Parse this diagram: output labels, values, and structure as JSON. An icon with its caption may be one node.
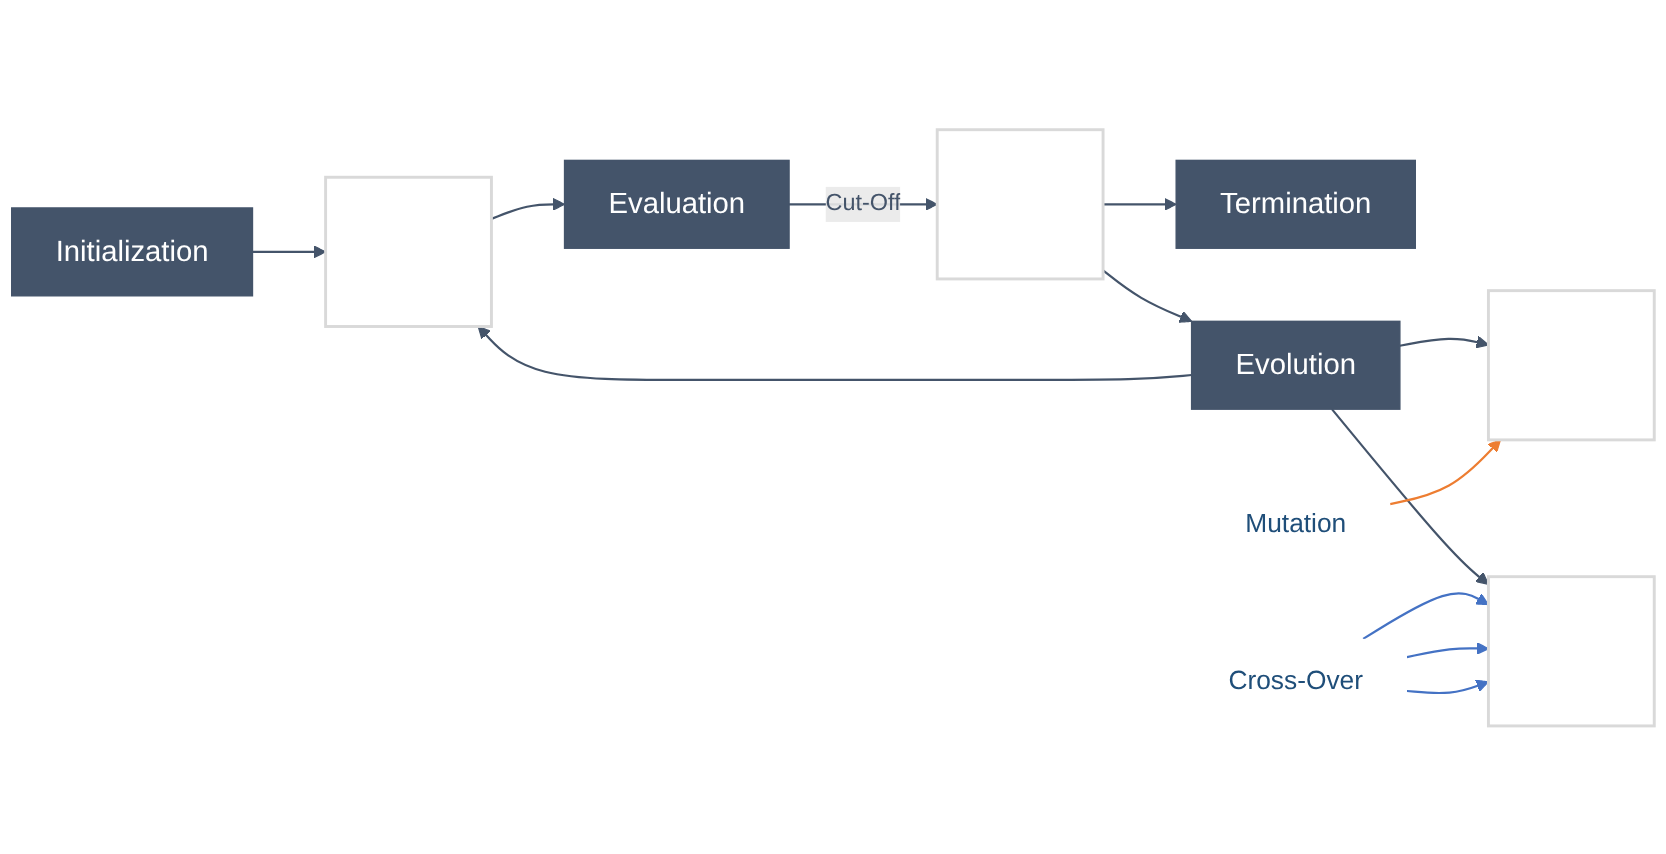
{
  "diagram": {
    "nodes": [
      {
        "text": [
          "Initialization"
        ]
      },
      {
        "text": [],
        "shape": "box"
      },
      {
        "text": [
          "Evaluation"
        ]
      },
      {
        "text": [],
        "shape": "box"
      },
      {
        "text": [
          "Termination"
        ]
      },
      {
        "text": [
          "Evolution"
        ]
      },
      {
        "text": [],
        "shape": "box"
      },
      {
        "text": [],
        "shape": "box"
      },
      {
        "text": [
          "Mutation"
        ]
      },
      {
        "text": [
          "Cross-Over"
        ]
      }
    ],
    "edges": [
      {
        "from": 0,
        "to": 1,
        "arrow": "to"
      },
      {
        "from": 1,
        "to": 2,
        "arrow": "to"
      },
      {
        "from": 2,
        "to": 3,
        "arrow": "to",
        "label": "Cut-Off"
      },
      {
        "from": 3,
        "to": 4,
        "arrow": "to"
      },
      {
        "from": 3,
        "to": 5,
        "arrow": "to"
      },
      {
        "from": 5,
        "to": 1,
        "arrow": "to"
      },
      {
        "from": 5,
        "to": 6,
        "arrow": "to"
      },
      {
        "from": 5,
        "to": 7,
        "arrow": "to"
      },
      {
        "from": 8,
        "to": 6,
        "arrow": "to",
        "color": "#ed7d31"
      },
      {
        "from": 9,
        "to": 7,
        "arrow": "to",
        "color": "#4472c4"
      },
      {
        "from": 9,
        "to": 7,
        "arrow": "to",
        "color": "#4472c4"
      },
      {
        "from": 9,
        "to": 7,
        "arrow": "to",
        "color": "#4472c4"
      }
    ]
  }
}
